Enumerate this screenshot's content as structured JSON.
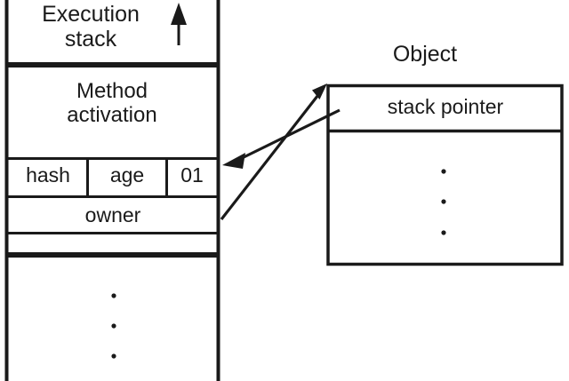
{
  "diagram": {
    "background_color": "#ffffff",
    "line_color": "#1a1a1a",
    "text_color": "#1a1a1a",
    "stack": {
      "title": "Execution\nstack",
      "growth_arrow": "up-arrow-icon",
      "frame_title": "Method\nactivation",
      "header_fields": [
        {
          "label": "hash"
        },
        {
          "label": "age"
        },
        {
          "label": "01"
        }
      ],
      "owner_field": "owner",
      "vertical_dots": "···"
    },
    "object": {
      "title": "Object",
      "first_field": "stack pointer",
      "vertical_dots": "···"
    },
    "arrows": [
      {
        "name": "owner-to-object",
        "from": "owner",
        "to": "object-top-left",
        "direction": "up-right"
      },
      {
        "name": "stack-pointer-to-flag",
        "from": "stack-pointer",
        "to": "flag-cell-01",
        "direction": "down-left"
      }
    ]
  }
}
